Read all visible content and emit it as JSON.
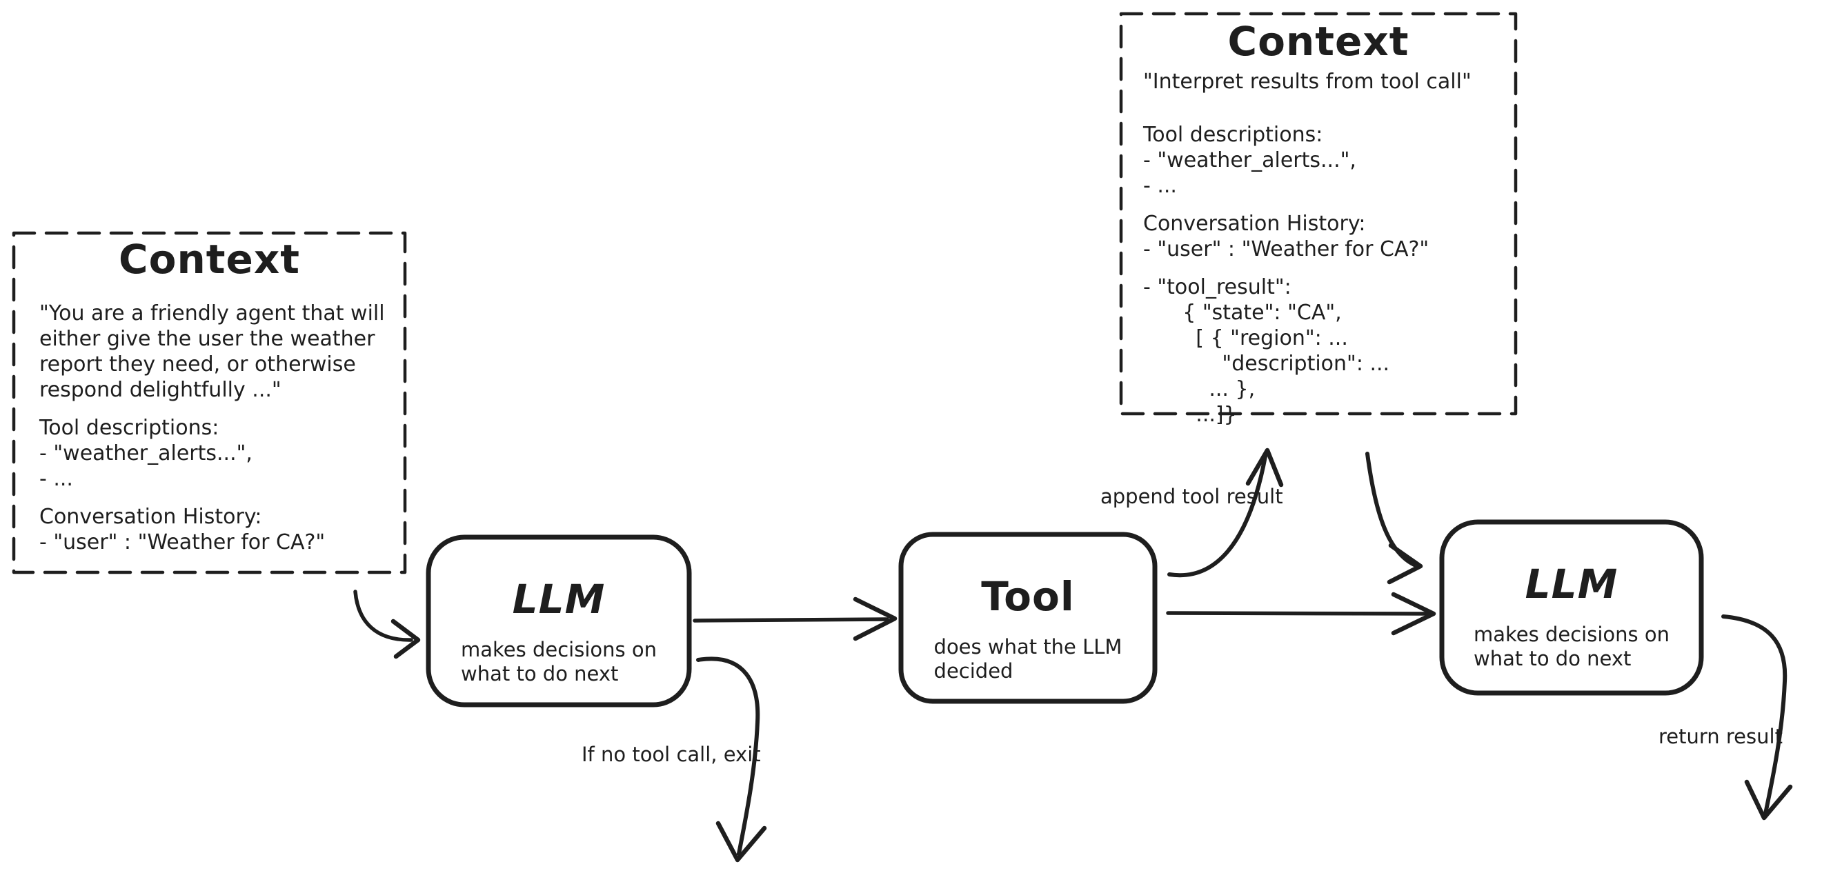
{
  "diagram": {
    "stroke_color": "#1e1e1e",
    "background_color": "#ffffff"
  },
  "context_initial": {
    "title": "Context",
    "paragraphs": [
      "\"You are a friendly agent that will\neither give the user the weather\nreport they need, or otherwise\nrespond delightfully ...\"",
      "Tool descriptions:\n- \"weather_alerts...\",\n- ...",
      "Conversation History:\n- \"user\" : \"Weather for CA?\""
    ]
  },
  "context_tool_result": {
    "title": "Context",
    "paragraphs": [
      "\"Interpret results from tool call\"",
      "Tool descriptions:\n- \"weather_alerts...\",\n- ...",
      "Conversation History:\n- \"user\" : \"Weather for CA?\"",
      "- \"tool_result\":\n      { \"state\": \"CA\",\n        [ { \"region\": ...\n            \"description\": ...\n          ... },\n        ...]}"
    ]
  },
  "nodes": {
    "llm_first": {
      "title": "LLM",
      "subtitle": "makes decisions on\nwhat to do next"
    },
    "tool": {
      "title": "Tool",
      "subtitle": "does what the LLM\ndecided"
    },
    "llm_second": {
      "title": "LLM",
      "subtitle": "makes decisions on\nwhat to do next"
    }
  },
  "labels": {
    "append_tool_result": "append tool result",
    "no_tool_call_exit": "If no tool call, exit",
    "return_result": "return result"
  }
}
